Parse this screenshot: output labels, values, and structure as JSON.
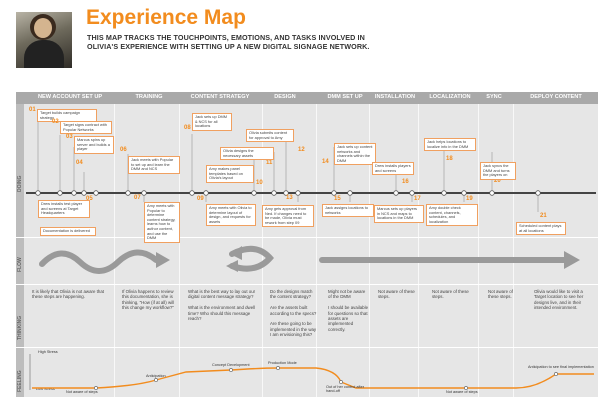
{
  "header": {
    "title": "Experience Map",
    "subtitle": "THIS MAP TRACKS THE TOUCHPOINTS, EMOTIONS, AND TASKS INVOLVED IN OLIVIA'S EXPERIENCE WITH SETTING UP A NEW DIGITAL SIGNAGE NETWORK."
  },
  "stages": [
    "NEW ACCOUNT SET UP",
    "TRAINING",
    "CONTENT STRATEGY",
    "DESIGN",
    "DMM SET UP",
    "INSTALLATION",
    "LOCALIZATION",
    "SYNC",
    "DEPLOY CONTENT"
  ],
  "lanes": [
    "DOING",
    "FLOW",
    "THINKING",
    "FEELING"
  ],
  "steps": [
    {
      "num": "01",
      "text": "Target builds campaign strategy"
    },
    {
      "num": "02",
      "text": "Target signs contract with Popular Networks"
    },
    {
      "num": "03",
      "text": "Marcus spins up server and builds a player"
    },
    {
      "num": "04",
      "text": "Drew installs test player and screens at Target Headquarters"
    },
    {
      "num": "05",
      "text": "Documentation is delivered"
    },
    {
      "num": "06",
      "text": "Jack meets with Popular to set up and learn the DMM and NCS"
    },
    {
      "num": "07",
      "text": "Amy meets with Popular to determine content strategy, learns how to author content, and use the DMM"
    },
    {
      "num": "08",
      "text": "Jack sets up DMM & NCS for all locations"
    },
    {
      "num": "09",
      "text": "Amy meets with Olivia to determine layout of design, and requests for assets"
    },
    {
      "num": "10",
      "text": "Amy makes panel templates based on Olivia's layout"
    },
    {
      "num": "11",
      "text": "Olivia designs the necessary assets"
    },
    {
      "num": "12",
      "text": "Olivia submits content for approval to Amy"
    },
    {
      "num": "13",
      "text": "Amy gets approval from Ned. If changes need to be made, Olivia must rework from step 09"
    },
    {
      "num": "14",
      "text": "Jack sets up content networks and channels within the DMM"
    },
    {
      "num": "15",
      "text": "Jack assigns locations to networks"
    },
    {
      "num": "16",
      "text": "Drew installs players and screens"
    },
    {
      "num": "17",
      "text": "Marcus sets up players in NCS and maps to locations in the DMM"
    },
    {
      "num": "18",
      "text": "Jack helps locations to localize info in the DMM"
    },
    {
      "num": "19",
      "text": "Amy double check content, channels, schedules, and localization"
    },
    {
      "num": "20",
      "text": "Jack syncs the DMM and turns the players on"
    },
    {
      "num": "21",
      "text": "Scheduled content plays at all locations"
    }
  ],
  "thinking": [
    "It is likely that Olivia is not aware that these steps are happening.",
    "If Olivia happens to review this documentation, she is thinking, \"How (if at all) will this change my workflow?\"",
    "What is the best way to lay out our digital content message strategy?\n\nWhat is the environment and dwell time? Who should this message reach?",
    "Do the designs match the content strategy?\n\nAre the assets built according to the specs?\n\nAre these going to be implemented in the way I am envisioning this?",
    "Might not be aware of the DMM\n\nI should be available for questions so that assets are implemented correctly.",
    "Not aware of these steps.",
    "Not aware of these steps.",
    "Not aware of these steps.",
    "Olivia would like to visit a Target location to see her designs live, and in their intended environment."
  ],
  "feeling": {
    "high_label": "High Stress",
    "low_label": "Low Stress",
    "annotations": [
      "Not aware of steps",
      "Anticipation",
      "Concept Development",
      "Production Mode",
      "Out of her control after hand-off",
      "Not aware of steps",
      "Anticipation to see final implementation"
    ]
  },
  "colors": {
    "accent": "#f28c1e",
    "bar": "#a9a9a9",
    "board": "#e6e6e6"
  }
}
